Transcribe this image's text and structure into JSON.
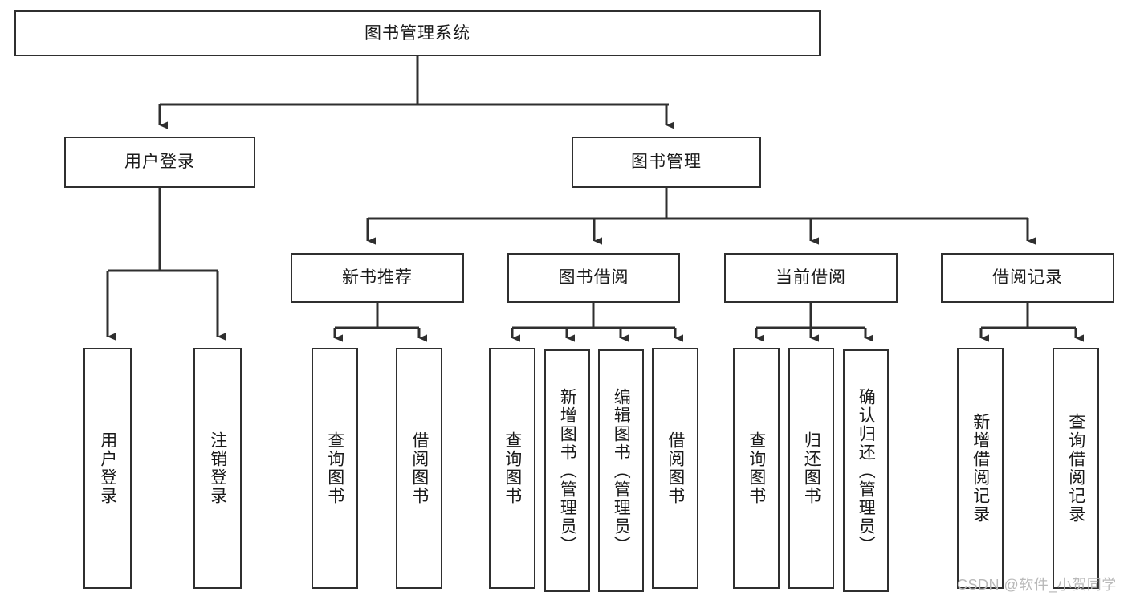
{
  "diagram": {
    "type": "tree-hierarchy",
    "title": "图书管理系统",
    "orientation": "top-down",
    "colors": {
      "box_border": "#2f2f2f",
      "box_fill": "#ffffff",
      "edge": "#2f2f2f",
      "text": "#1a1a1a",
      "watermark": "#b9b9b9",
      "background": "#ffffff"
    }
  },
  "nodes": {
    "root": {
      "label": "图书管理系统"
    },
    "level2": [
      {
        "id": "user-login",
        "label": "用户登录"
      },
      {
        "id": "book-manage",
        "label": "图书管理"
      }
    ],
    "level3": [
      {
        "id": "new-book-rec",
        "label": "新书推荐"
      },
      {
        "id": "book-borrow",
        "label": "图书借阅"
      },
      {
        "id": "current-borrow",
        "label": "当前借阅"
      },
      {
        "id": "borrow-record",
        "label": "借阅记录"
      }
    ],
    "leaves": {
      "user_login": [
        {
          "id": "leaf-user-login",
          "label": "用户登录"
        },
        {
          "id": "leaf-logout",
          "label": "注销登录"
        }
      ],
      "new_book_rec": [
        {
          "id": "leaf-query-book-1",
          "label": "查询图书"
        },
        {
          "id": "leaf-borrow-book-1",
          "label": "借阅图书"
        }
      ],
      "book_borrow": [
        {
          "id": "leaf-query-book-2",
          "label": "查询图书"
        },
        {
          "id": "leaf-add-book",
          "label": "新增图书（管理员）"
        },
        {
          "id": "leaf-edit-book",
          "label": "编辑图书（管理员）"
        },
        {
          "id": "leaf-borrow-book-2",
          "label": "借阅图书"
        }
      ],
      "current_borrow": [
        {
          "id": "leaf-query-book-3",
          "label": "查询图书"
        },
        {
          "id": "leaf-return-book",
          "label": "归还图书"
        },
        {
          "id": "leaf-confirm-return",
          "label": "确认归还（管理员）"
        }
      ],
      "borrow_record": [
        {
          "id": "leaf-add-record",
          "label": "新增借阅记录"
        },
        {
          "id": "leaf-query-record",
          "label": "查询借阅记录"
        }
      ]
    }
  },
  "watermark": {
    "text": "CSDN @软件_小贺同学"
  }
}
